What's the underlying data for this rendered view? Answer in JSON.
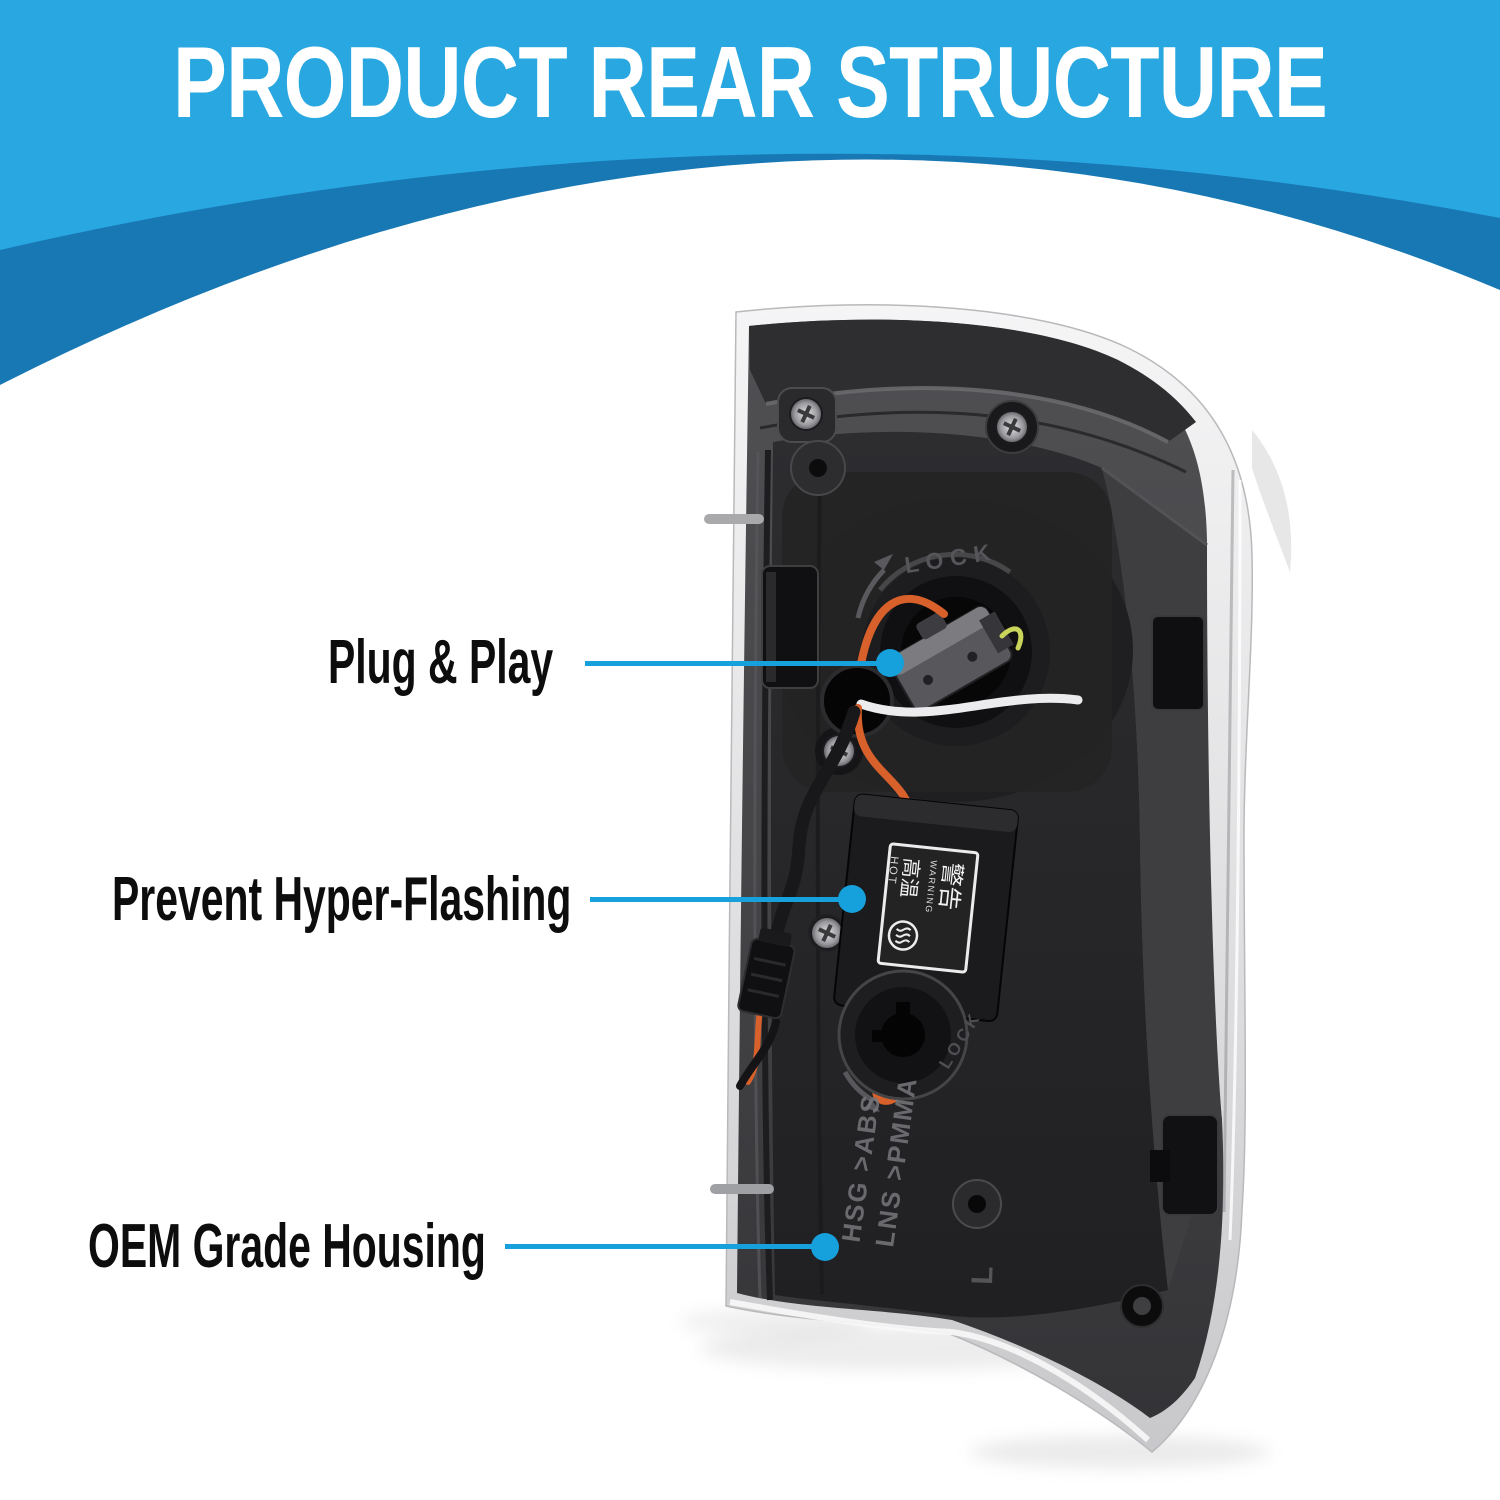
{
  "banner": {
    "title": "PRODUCT REAR STRUCTURE"
  },
  "colors": {
    "banner_light": "#29A7E0",
    "banner_dark": "#1878B4",
    "accent_blue": "#16A0DC",
    "label_text": "#0D0D0D"
  },
  "callouts": [
    {
      "label": "Plug & Play"
    },
    {
      "label": "Prevent Hyper-Flashing"
    },
    {
      "label": "OEM Grade Housing"
    }
  ],
  "product": {
    "markings": {
      "lock_upper": "LOCK",
      "lock_lower": "LOCK",
      "lens_code": "LNS >PMMA",
      "housing_code": "HSG >ABS",
      "side_letter": "L",
      "warning_cn": "警告",
      "warning_en": "WARNING",
      "hot_cn": "高温",
      "hot_en": "HOT"
    },
    "icons": {
      "hot_surface": "♨"
    }
  }
}
